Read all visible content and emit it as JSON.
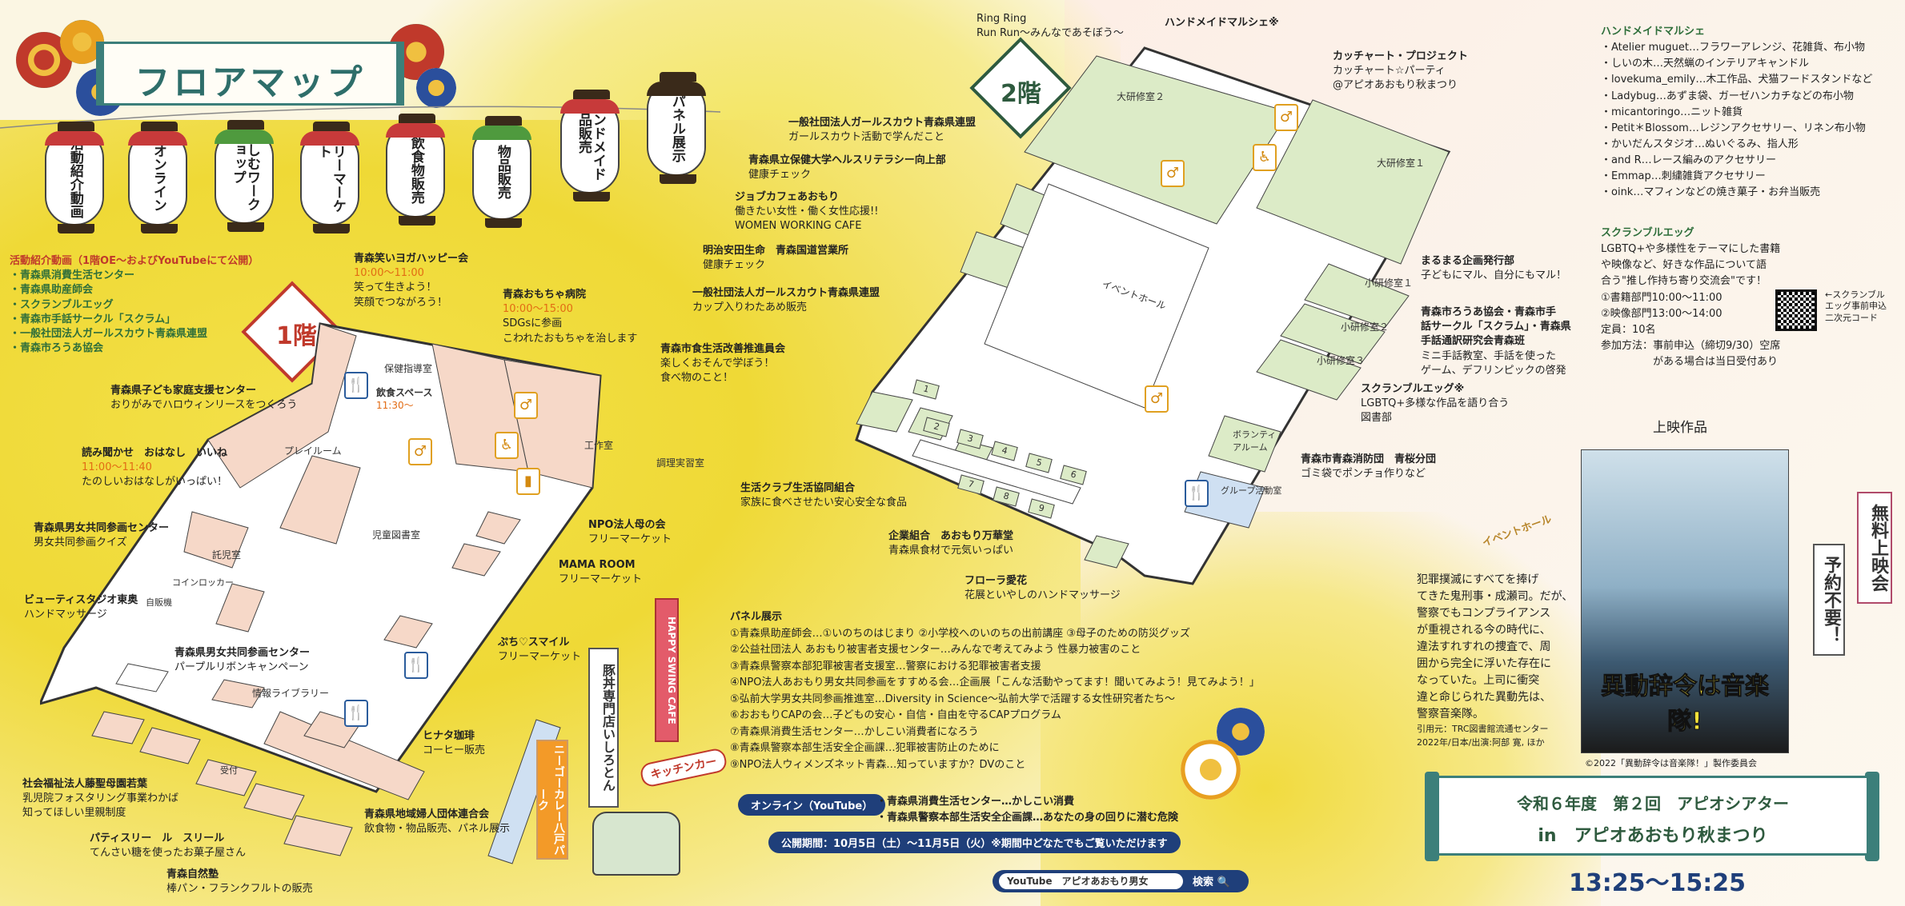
{
  "title": "フロアマップ",
  "lanterns": [
    {
      "label": "活動紹介動画",
      "color": "#c73a3a"
    },
    {
      "label": "オンライン",
      "color": "#c73a3a"
    },
    {
      "label": "楽しむワークショップ",
      "color": "#4f9a3e"
    },
    {
      "label": "フリーマーケット",
      "color": "#c73a3a"
    },
    {
      "label": "飲食物販売",
      "color": "#c73a3a"
    },
    {
      "label": "物品販売",
      "color": "#4f9a3e"
    },
    {
      "label": "ハンドメイド作品販売",
      "color": "#c73a3a"
    },
    {
      "label": "パネル展示",
      "color": "#3a2a1a"
    }
  ],
  "floors": {
    "first": "1階",
    "second": "2階"
  },
  "video_list": {
    "header": "活動紹介動画（1階OE〜およびYouTubeにて公開）",
    "items": [
      "・青森県消費生活センター",
      "・青森県助産師会",
      "・スクランブルエッグ",
      "・青森市手話サークル「スクラム」",
      "・一般社団法人ガールスカウト青森県連盟",
      "・青森市ろうあ協会"
    ]
  },
  "first_floor": {
    "rooms": {
      "hoiku": "保健指導室",
      "inshoku": "飲食スペース",
      "inshoku_time": "11:30〜",
      "kosaku": "工作室",
      "chori": "調理実習室",
      "play": "プレイルーム",
      "jido": "児童図書室",
      "takuji": "託児室",
      "coin": "コインロッカー",
      "jihan": "自販機",
      "joho": "情報ライブラリー",
      "uketsuke": "受付"
    },
    "notes": [
      {
        "name": "青森笑いヨガハッピー会",
        "time": "10:00〜11:00",
        "desc": "笑って生きよう！\n笑顔でつながろう！"
      },
      {
        "name": "青森おもちゃ病院",
        "time": "10:00〜15:00",
        "desc": "SDGsに参画\nこわれたおもちゃを治します"
      },
      {
        "name": "青森市食生活改善推進員会",
        "time": "",
        "desc": "楽しくおそんで学ぼう！\n食べ物のこと！"
      },
      {
        "name": "青森県子ども家庭支援センター",
        "time": "",
        "desc": "おりがみでハロウィンリースをつくろう"
      },
      {
        "name": "読み聞かせ　おはなし　いいね",
        "time": "11:00〜11:40",
        "desc": "たのしいおはなしがいっぱい！"
      },
      {
        "name": "青森県男女共同参画センター",
        "time": "",
        "desc": "男女共同参画クイズ"
      },
      {
        "name": "ビューティスタジオ東奥",
        "time": "",
        "desc": "ハンドマッサージ"
      },
      {
        "name": "青森県男女共同参画センター",
        "time": "",
        "desc": "パープルリボンキャンペーン"
      },
      {
        "name": "NPO法人母の会",
        "time": "",
        "desc": "フリーマーケット"
      },
      {
        "name": "MAMA ROOM",
        "time": "",
        "desc": "フリーマーケット"
      },
      {
        "name": "ぷち♡スマイル",
        "time": "",
        "desc": "フリーマーケット"
      },
      {
        "name": "ヒナタ珈琲",
        "time": "",
        "desc": "コーヒー販売"
      },
      {
        "name": "社会福祉法人藤聖母園若葉",
        "time": "",
        "desc": "乳児院フォスタリング事業わかば\n知ってほしい里親制度"
      },
      {
        "name": "パティスリー　ル　スリール",
        "time": "",
        "desc": "てんさい糖を使ったお菓子屋さん"
      },
      {
        "name": "青森県地域婦人団体連合会",
        "time": "",
        "desc": "飲食物・物品販売、パネル展示"
      },
      {
        "name": "青森自然塾",
        "time": "",
        "desc": "棒パン・フランクフルトの販売"
      }
    ]
  },
  "second_floor": {
    "rooms": {
      "dai2": "大研修室２",
      "dai1": "大研修室１",
      "event": "イベントホール",
      "sho1": "小研修室１",
      "sho2": "小研修室２",
      "sho3": "小研修室３",
      "volunteer": "ボランティアルーム",
      "group": "グループ活動室"
    },
    "notes": [
      {
        "name": "Ring Ring\nRun Run〜みんなであそぼう〜",
        "desc": ""
      },
      {
        "name": "ハンドメイドマルシェ※",
        "desc": ""
      },
      {
        "name": "カッチャート・プロジェクト",
        "desc": "カッチャート☆パーティ\n@アピオあおもり秋まつり"
      },
      {
        "name": "一般社団法人ガールスカウト青森県連盟",
        "desc": "ガールスカウト活動で学んだこと"
      },
      {
        "name": "青森県立保健大学ヘルスリテラシー向上部",
        "desc": "健康チェック"
      },
      {
        "name": "ジョブカフェあおもり",
        "desc": "働きたい女性・働く女性応援!!\nWOMEN WORKING CAFE"
      },
      {
        "name": "明治安田生命　青森国道営業所",
        "desc": "健康チェック"
      },
      {
        "name": "一般社団法人ガールスカウト青森県連盟",
        "desc": "カップ入りわたあめ販売"
      },
      {
        "name": "まるまる企画発行部",
        "desc": "子どもにマル、自分にもマル！"
      },
      {
        "name": "青森市ろうあ協会・青森市手\n話サークル「スクラム」・青森県\n手話通訳研究会青森班",
        "desc": "ミニ手話教室、手話を使った\nゲーム、デフリンピックの啓発"
      },
      {
        "name": "スクランブルエッグ※",
        "desc": "LGBTQ+多様な作品を語り合う\n図書部"
      },
      {
        "name": "青森市青森消防団　青桜分団",
        "desc": "ゴミ袋でポンチョ作りなど"
      },
      {
        "name": "生活クラブ生活協同組合",
        "desc": "家族に食べさせたい安心安全な食品"
      },
      {
        "name": "企業組合　あおもり万華堂",
        "desc": "青森県食材で元気いっぱい"
      },
      {
        "name": "フローラ愛花",
        "desc": "花展といやしのハンドマッサージ"
      }
    ],
    "booths": [
      "1",
      "2",
      "3",
      "4",
      "5",
      "6",
      "7",
      "8",
      "9"
    ]
  },
  "handmade": {
    "header": "ハンドメイドマルシェ",
    "items": [
      "・Atelier muguet…フラワーアレンジ、花雑貨、布小物",
      "・しいの木…天然蝋のインテリアキャンドル",
      "・lovekuma_emily…木工作品、犬猫フードスタンドなど",
      "・Ladybug…あずま袋、ガーゼハンカチなどの布小物",
      "・micantoringo…ニット雑貨",
      "・Petit＊Blossom…レジンアクセサリー、リネン布小物",
      "・かいだんスタジオ…ぬいぐるみ、指人形",
      "・and R…レース編みのアクセサリー",
      "・Emmap…刺繍雑貨アクセサリー",
      "・oink…マフィンなどの焼き菓子・お弁当販売"
    ]
  },
  "scramble": {
    "header": "スクランブルエッグ",
    "body": [
      "LGBTQ+や多様性をテーマにした書籍",
      "や映像など、好きな作品について語",
      "合う\"推し作持ち寄り交流会\"です！",
      "①書籍部門10:00〜11:00",
      "②映像部門13:00〜14:00",
      "定員：10名",
      "参加方法：事前申込（締切9/30）空席",
      "　　　　　がある場合は当日受付あり"
    ],
    "qr_label": "←スクランブル\nエッグ事前申込\n二次元コード"
  },
  "screening": {
    "label": "上映作品",
    "film_title": "異動辞令は音楽隊!",
    "copyright": "©2022「異動辞令は音楽隊！」製作委員会",
    "event_hall": "イベントホール",
    "synopsis": [
      "犯罪撲滅にすべてを捧げ",
      "てきた鬼刑事・成瀬司。だが、",
      "警察でもコンプライアンス",
      "が重視される今の時代に、",
      "違法すれすれの捜査で、周",
      "囲から完全に浮いた存在に",
      "なっていた。上司に衝突",
      "違と命じられた異動先は、",
      "警察音楽隊。"
    ],
    "credit": [
      "引用元：TRC図書館流通センター",
      "2022年/日本/出演:阿部 寛, ほか"
    ],
    "free": "無料上映会",
    "noresv": "予約不要！",
    "theater_line1": "令和６年度　第２回　アピオシアター",
    "theater_line2": "in　アピオあおもり秋まつり",
    "time": "13:25〜15:25"
  },
  "panel": {
    "header": "パネル展示",
    "items": [
      "①青森県助産師会…①いのちのはじまり ②小学校へのいのちの出前講座 ③母子のための防災グッズ",
      "②公益社団法人 あおもり被害者支援センター…みんなで考えてみよう 性暴力被害のこと",
      "③青森県警察本部犯罪被害者支援室…警察における犯罪被害者支援",
      "④NPO法人あおもり男女共同参画をすすめる会…企画展「こんな活動やってます！聞いてみよう！見てみよう！」",
      "⑤弘前大学男女共同参画推進室…Diversity in Science〜弘前大学で活躍する女性研究者たち〜",
      "⑥おおもりCAPの会…子どもの安心・自信・自由を守るCAPプログラム",
      "⑦青森県消費生活センター…かしこい消費者になろう",
      "⑧青森県警察本部生活安全企画課…犯罪被害防止のために",
      "⑨NPO法人ウィメンズネット青森…知っていますか？DVのこと"
    ]
  },
  "online": {
    "label": "オンライン（YouTube）",
    "items": [
      "・青森県消費生活センター…かしこい消費",
      "・青森県警察本部生活安全企画課…あなたの身の回りに潜む危険"
    ],
    "period": "公開期間：10月5日（土）〜11月5日（火）※期間中どなたでもご覧いただけます",
    "search_text": "YouTube　アピオあおもり男女",
    "search_btn": "検索"
  },
  "banners": {
    "happy": "HAPPY SWING CAFE",
    "butadon": "豚丼専門店いしろとん",
    "curry": "ニーゴーカレー八戸パーク",
    "kitchen": "キッチンカー"
  }
}
